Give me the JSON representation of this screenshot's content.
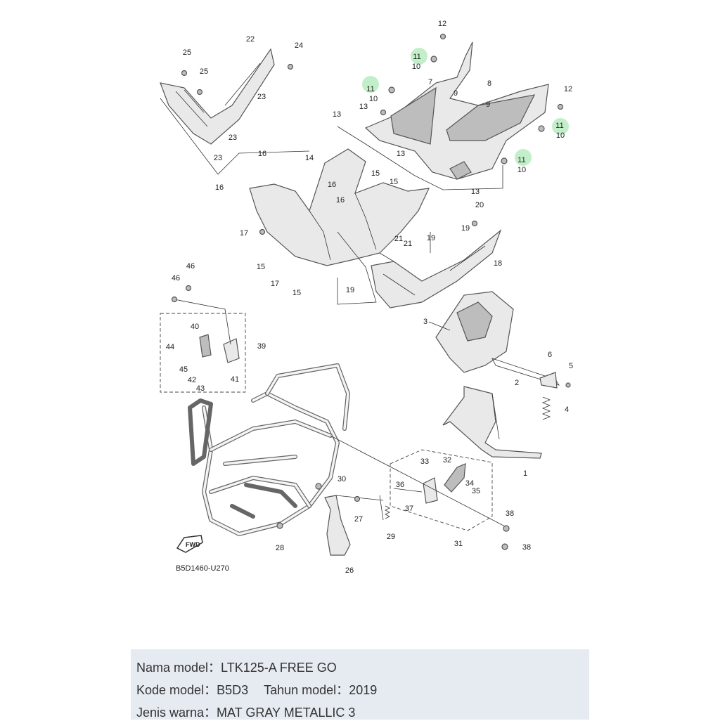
{
  "diagram": {
    "part_numbers": [
      "1",
      "2",
      "3",
      "4",
      "5",
      "6",
      "7",
      "8",
      "9",
      "10",
      "11",
      "12",
      "13",
      "14",
      "15",
      "16",
      "17",
      "18",
      "19",
      "20",
      "21",
      "22",
      "23",
      "24",
      "25",
      "26",
      "27",
      "28",
      "29",
      "30",
      "31",
      "32",
      "33",
      "34",
      "35",
      "36",
      "37",
      "38",
      "39",
      "40",
      "41",
      "42",
      "43",
      "44",
      "45",
      "46"
    ],
    "drawing_code": "B5D1460-U270",
    "fwd_label": "FWD",
    "highlighted_part": "11",
    "highlight_color": "#b7ecc0"
  },
  "info": {
    "model_name_label": "Nama model：",
    "model_name": "LTK125-A FREE GO",
    "model_code_label": "Kode model：",
    "model_code": "B5D3",
    "model_year_label": "Tahun model：",
    "model_year": "2019",
    "color_label": "Jenis warna：",
    "color": "MAT GRAY METALLIC 3"
  }
}
